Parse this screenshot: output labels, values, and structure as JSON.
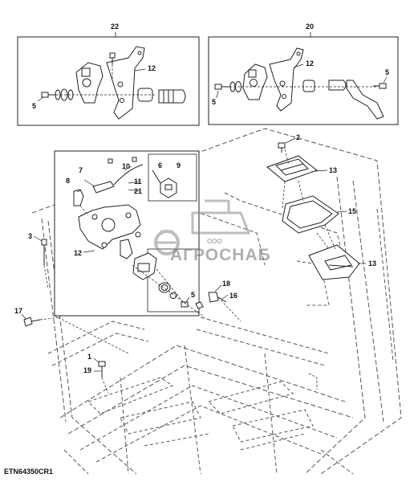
{
  "callouts": {
    "c22": "22",
    "c20": "20",
    "c12_top_left": "12",
    "c5_top_left": "5",
    "c12_top_right": "12",
    "c5_top_right_a": "5",
    "c5_top_right_b": "5",
    "c2": "2",
    "c13_a": "13",
    "c15": "15",
    "c13_b": "13",
    "c7": "7",
    "c10": "10",
    "c8": "8",
    "c11": "11",
    "c21": "21",
    "c6": "6",
    "c9": "9",
    "c3": "3",
    "c12_mid": "12",
    "c5_mid": "5",
    "c18": "18",
    "c16": "16",
    "c17": "17",
    "c1": "1",
    "c19": "19"
  },
  "figure_code": "ETN64350CR1",
  "watermark": {
    "brand": "АГРОСНАБ",
    "prefix": "ООО"
  },
  "colors": {
    "line": "#1a1a1a",
    "faint": "#9a9a9a",
    "watermark": "#8a8a8a"
  }
}
